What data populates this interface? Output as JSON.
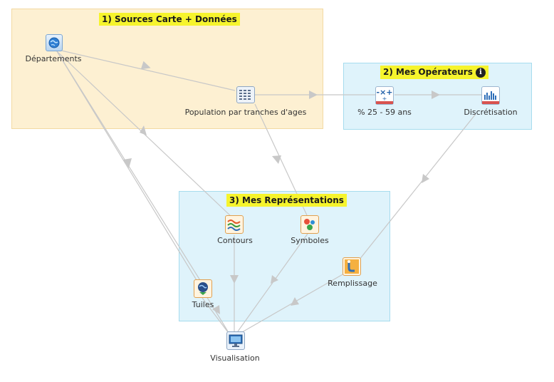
{
  "groups": {
    "sources": {
      "title": "1) Sources Carte + Données",
      "color": "#fdf0d2",
      "border": "#f3d9a2"
    },
    "operators": {
      "title": "2) Mes Opérateurs",
      "color": "#dff3fb",
      "border": "#a6dcee"
    },
    "representations": {
      "title": "3) Mes Représentations",
      "color": "#dff3fb",
      "border": "#a6dcee"
    }
  },
  "title_highlight": "#f6f42d",
  "nodes": {
    "departements": {
      "label": "Départements",
      "icon": "globe-icon"
    },
    "population": {
      "label": "Population par tranches d'ages",
      "icon": "table-icon"
    },
    "pct": {
      "label": "% 25 - 59 ans",
      "icon": "calculator-icon"
    },
    "discretisation": {
      "label": "Discrétisation",
      "icon": "histogram-icon"
    },
    "contours": {
      "label": "Contours",
      "icon": "contour-lines-icon"
    },
    "symboles": {
      "label": "Symboles",
      "icon": "symbols-icon"
    },
    "remplissage": {
      "label": "Remplissage",
      "icon": "fill-icon"
    },
    "tuiles": {
      "label": "Tuiles",
      "icon": "tiles-icon"
    },
    "visualisation": {
      "label": "Visualisation",
      "icon": "monitor-icon"
    }
  },
  "edge_color": "#c8c8c8"
}
